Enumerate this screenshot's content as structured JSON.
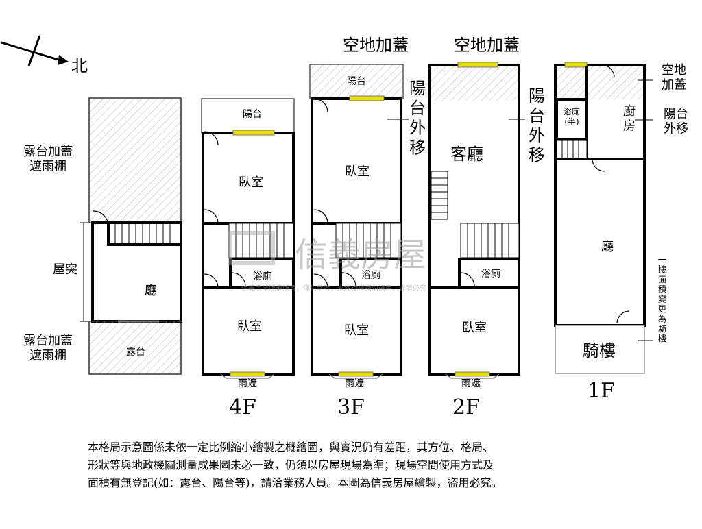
{
  "compass": {
    "north_label": "北"
  },
  "floors": {
    "f4": {
      "name": "4F",
      "left_top_label": "露台加蓋\n遮雨棚",
      "left_mid_label": "屋突",
      "left_bottom_label": "露台加蓋\n遮雨棚",
      "roof_hall": "廳",
      "roof_terrace": "露台",
      "balcony": "陽台",
      "bedroom_top": "臥室",
      "bathroom": "浴廁",
      "bedroom_bottom": "臥室",
      "awning": "雨遮"
    },
    "f3": {
      "name": "3F",
      "top_label": "空地加蓋",
      "balcony": "陽台",
      "balcony_move": "陽\n台\n外\n移",
      "bedroom_top": "臥室",
      "bathroom": "浴廁",
      "bedroom_bottom": "臥室",
      "awning": "雨遮"
    },
    "f2": {
      "name": "2F",
      "top_label": "空地加蓋",
      "balcony_move": "陽\n台\n外\n移",
      "living_room": "客廳",
      "bathroom": "浴廁",
      "bedroom": "臥室",
      "awning": "雨遮"
    },
    "f1": {
      "name": "1F",
      "top_label": "空地\n加蓋",
      "balcony_move": "陽台\n外移",
      "bathroom_half": "浴廁\n(半)",
      "kitchen": "廚\n房",
      "hall": "廳",
      "arcade": "騎樓",
      "area_note": "一\n樓\n面\n積\n變\n更\n為\n騎\n樓"
    }
  },
  "watermark": {
    "brand": "信義房屋",
    "sub": "信義房屋版權所有，僅供參考，未經授權請勿盜用，違者必究"
  },
  "disclaimer": [
    "本格局示意圖係未依一定比例縮小繪製之概繪圖，與實況仍有差距，其方位、格局、",
    "形狀等與地政機關測量成果圖未必一致，仍須以房屋現場為準；現場空間使用方式及",
    "面積有無登記(如：露台、陽台等)，請洽業務人員。本圖為信義房屋繪製，盜用必究。"
  ]
}
